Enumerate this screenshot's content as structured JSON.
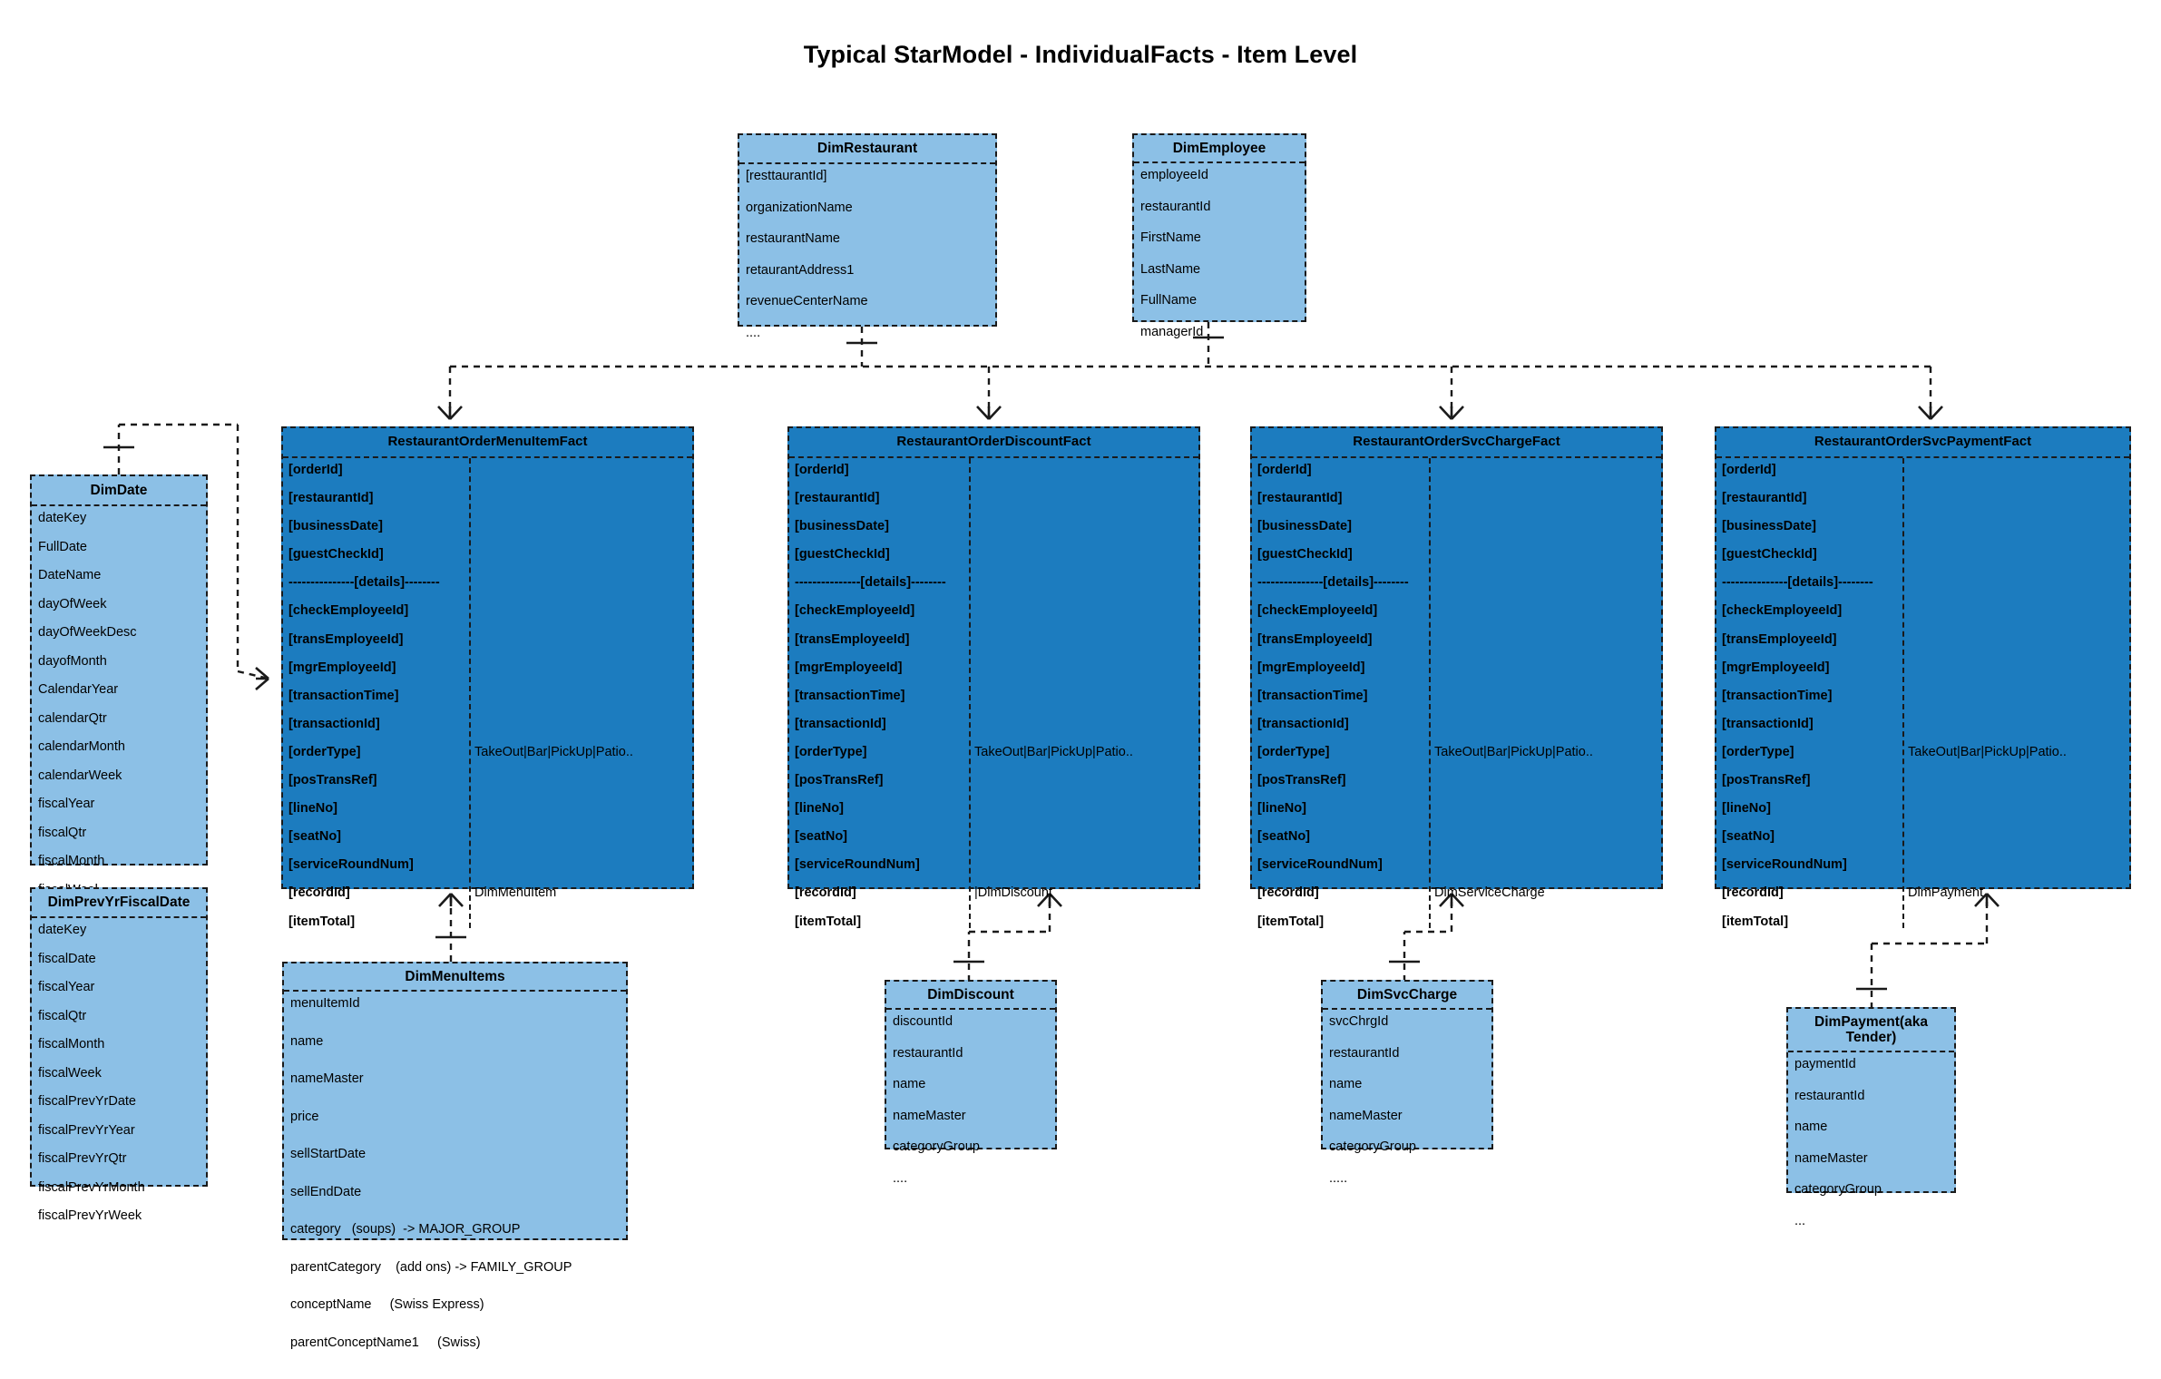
{
  "diagram": {
    "title": "Typical StarModel - IndividualFacts - Item Level",
    "colors": {
      "fact_fill": "#1c7cbf",
      "dim_fill": "#8cc0e6",
      "stroke": "#1a1a1a",
      "background": "#ffffff"
    }
  },
  "entities": {
    "dim_restaurant": {
      "title": "DimRestaurant",
      "fields": [
        "[resttaurantId]",
        "organizationName",
        "restaurantName",
        "retaurantAddress1",
        "revenueCenterName",
        "...."
      ]
    },
    "dim_employee": {
      "title": "DimEmployee",
      "fields": [
        "employeeId",
        "restaurantId",
        "FirstName",
        "LastName",
        "FullName",
        "managerId"
      ]
    },
    "dim_date": {
      "title": "DimDate",
      "fields": [
        "dateKey",
        "FullDate",
        "DateName",
        "dayOfWeek",
        "dayOfWeekDesc",
        "dayofMonth",
        "CalendarYear",
        "calendarQtr",
        "calendarMonth",
        "calendarWeek",
        "fiscalYear",
        "fiscalQtr",
        "fiscalMonth",
        "fiscalWeel"
      ]
    },
    "dim_prev_yr_fiscal_date": {
      "title": "DimPrevYrFiscalDate",
      "fields": [
        "dateKey",
        "fiscalDate",
        "fiscalYear",
        "fiscalQtr",
        "fiscalMonth",
        "fiscalWeek",
        "fiscalPrevYrDate",
        "fiscalPrevYrYear",
        "fiscalPrevYrQtr",
        "fiscalPrevYrMonth",
        "fiscalPrevYrWeek"
      ]
    },
    "fact_menu_item": {
      "title": "RestaurantOrderMenuItemFact",
      "fields": [
        {
          "name": "[orderId]",
          "note": ""
        },
        {
          "name": "[restaurantId]",
          "note": ""
        },
        {
          "name": "[businessDate]",
          "note": ""
        },
        {
          "name": "[guestCheckId]",
          "note": ""
        },
        {
          "name": "---------------[details]--------",
          "note": ""
        },
        {
          "name": "[checkEmployeeId]",
          "note": ""
        },
        {
          "name": "[transEmployeeId]",
          "note": ""
        },
        {
          "name": "[mgrEmployeeId]",
          "note": ""
        },
        {
          "name": "[transactionTime]",
          "note": ""
        },
        {
          "name": "[transactionId]",
          "note": ""
        },
        {
          "name": "[orderType]",
          "note": "TakeOut|Bar|PickUp|Patio.."
        },
        {
          "name": "[posTransRef]",
          "note": ""
        },
        {
          "name": "[lineNo]",
          "note": ""
        },
        {
          "name": "[seatNo]",
          "note": ""
        },
        {
          "name": "[serviceRoundNum]",
          "note": ""
        },
        {
          "name": "[recordId]",
          "note": "DimMenuItem"
        },
        {
          "name": "[itemTotal]",
          "note": ""
        }
      ]
    },
    "fact_discount": {
      "title": "RestaurantOrderDiscountFact",
      "fields": [
        {
          "name": "[orderId]",
          "note": ""
        },
        {
          "name": "[restaurantId]",
          "note": ""
        },
        {
          "name": "[businessDate]",
          "note": ""
        },
        {
          "name": "[guestCheckId]",
          "note": ""
        },
        {
          "name": "---------------[details]--------",
          "note": ""
        },
        {
          "name": "[checkEmployeeId]",
          "note": ""
        },
        {
          "name": "[transEmployeeId]",
          "note": ""
        },
        {
          "name": "[mgrEmployeeId]",
          "note": ""
        },
        {
          "name": "[transactionTime]",
          "note": ""
        },
        {
          "name": "[transactionId]",
          "note": ""
        },
        {
          "name": "[orderType]",
          "note": "TakeOut|Bar|PickUp|Patio.."
        },
        {
          "name": "[posTransRef]",
          "note": ""
        },
        {
          "name": "[lineNo]",
          "note": ""
        },
        {
          "name": "[seatNo]",
          "note": ""
        },
        {
          "name": "[serviceRoundNum]",
          "note": ""
        },
        {
          "name": "[recordId]",
          "note": "|DimDiscount"
        },
        {
          "name": "[itemTotal]",
          "note": ""
        }
      ]
    },
    "fact_svc_charge": {
      "title": "RestaurantOrderSvcChargeFact",
      "fields": [
        {
          "name": "[orderId]",
          "note": ""
        },
        {
          "name": "[restaurantId]",
          "note": ""
        },
        {
          "name": "[businessDate]",
          "note": ""
        },
        {
          "name": "[guestCheckId]",
          "note": ""
        },
        {
          "name": "---------------[details]--------",
          "note": ""
        },
        {
          "name": "[checkEmployeeId]",
          "note": ""
        },
        {
          "name": "[transEmployeeId]",
          "note": ""
        },
        {
          "name": "[mgrEmployeeId]",
          "note": ""
        },
        {
          "name": "[transactionTime]",
          "note": ""
        },
        {
          "name": "[transactionId]",
          "note": ""
        },
        {
          "name": "[orderType]",
          "note": "TakeOut|Bar|PickUp|Patio.."
        },
        {
          "name": "[posTransRef]",
          "note": ""
        },
        {
          "name": "[lineNo]",
          "note": ""
        },
        {
          "name": "[seatNo]",
          "note": ""
        },
        {
          "name": "[serviceRoundNum]",
          "note": ""
        },
        {
          "name": "[recordId]",
          "note": "DimServiceCharge"
        },
        {
          "name": "[itemTotal]",
          "note": ""
        }
      ]
    },
    "fact_svc_payment": {
      "title": "RestaurantOrderSvcPaymentFact",
      "fields": [
        {
          "name": "[orderId]",
          "note": ""
        },
        {
          "name": "[restaurantId]",
          "note": ""
        },
        {
          "name": "[businessDate]",
          "note": ""
        },
        {
          "name": "[guestCheckId]",
          "note": ""
        },
        {
          "name": "---------------[details]--------",
          "note": ""
        },
        {
          "name": "[checkEmployeeId]",
          "note": ""
        },
        {
          "name": "[transEmployeeId]",
          "note": ""
        },
        {
          "name": "[mgrEmployeeId]",
          "note": ""
        },
        {
          "name": "[transactionTime]",
          "note": ""
        },
        {
          "name": "[transactionId]",
          "note": ""
        },
        {
          "name": "[orderType]",
          "note": "TakeOut|Bar|PickUp|Patio.."
        },
        {
          "name": "[posTransRef]",
          "note": ""
        },
        {
          "name": "[lineNo]",
          "note": ""
        },
        {
          "name": "[seatNo]",
          "note": ""
        },
        {
          "name": "[serviceRoundNum]",
          "note": ""
        },
        {
          "name": "[recordId]",
          "note": "DimPayment"
        },
        {
          "name": "[itemTotal]",
          "note": ""
        }
      ]
    },
    "dim_menu_items": {
      "title": "DimMenuItems",
      "fields": [
        "menuItemId",
        "name",
        "nameMaster",
        "price",
        "sellStartDate",
        "sellEndDate",
        "category   (soups)  -> MAJOR_GROUP",
        "parentCategory    (add ons) -> FAMILY_GROUP",
        "conceptName     (Swiss Express)",
        "parentConceptName1     (Swiss)"
      ]
    },
    "dim_discount": {
      "title": "DimDiscount",
      "fields": [
        "discountId",
        "restaurantId",
        "name",
        "nameMaster",
        "categoryGroup",
        "...."
      ]
    },
    "dim_svc_charge": {
      "title": "DimSvcCharge",
      "fields": [
        "svcChrgId",
        "restaurantId",
        "name",
        "nameMaster",
        "categoryGroup",
        "....."
      ]
    },
    "dim_payment": {
      "title": "DimPayment(aka Tender)",
      "fields": [
        "paymentId",
        "restaurantId",
        "name",
        "nameMaster",
        "categoryGroup",
        "..."
      ]
    }
  },
  "relationships": [
    {
      "from": "dim_restaurant",
      "to": "fact_menu_item",
      "from_card": "one",
      "to_card": "many"
    },
    {
      "from": "dim_restaurant",
      "to": "fact_discount",
      "from_card": "one",
      "to_card": "many"
    },
    {
      "from": "dim_restaurant",
      "to": "fact_svc_charge",
      "from_card": "one",
      "to_card": "many"
    },
    {
      "from": "dim_restaurant",
      "to": "fact_svc_payment",
      "from_card": "one",
      "to_card": "many"
    },
    {
      "from": "dim_employee",
      "to": "fact_menu_item",
      "from_card": "one",
      "to_card": "many"
    },
    {
      "from": "dim_date",
      "to": "fact_menu_item",
      "from_card": "one",
      "to_card": "many"
    },
    {
      "from": "dim_menu_items",
      "to": "fact_menu_item",
      "from_card": "one",
      "to_card": "many"
    },
    {
      "from": "dim_discount",
      "to": "fact_discount",
      "from_card": "one",
      "to_card": "many"
    },
    {
      "from": "dim_svc_charge",
      "to": "fact_svc_charge",
      "from_card": "one",
      "to_card": "many"
    },
    {
      "from": "dim_payment",
      "to": "fact_svc_payment",
      "from_card": "one",
      "to_card": "many"
    }
  ]
}
